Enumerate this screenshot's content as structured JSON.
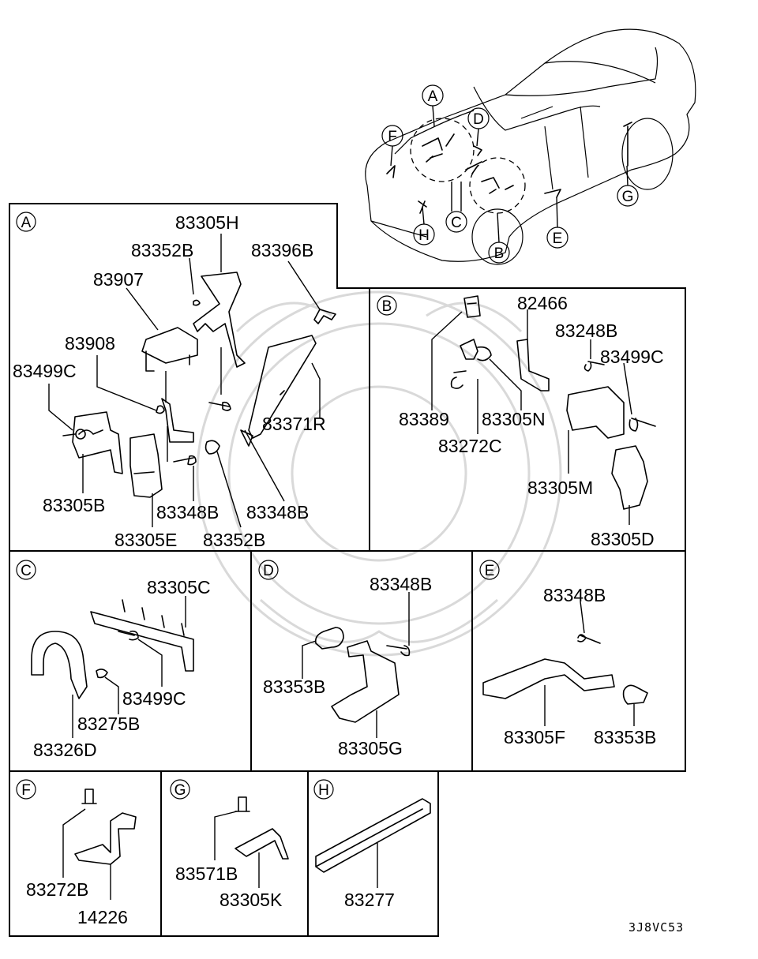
{
  "diagram_code": "3J8VC53",
  "overview": {
    "callouts": [
      "A",
      "B",
      "C",
      "D",
      "E",
      "F",
      "G",
      "H"
    ]
  },
  "sections": {
    "A": {
      "badge": "A",
      "parts": [
        "83305H",
        "83352B",
        "83396B",
        "83907",
        "83908",
        "83499C",
        "83371R",
        "83305B",
        "83348B",
        "83348B",
        "83305E",
        "83352B"
      ]
    },
    "B": {
      "badge": "B",
      "parts": [
        "82466",
        "83248B",
        "83499C",
        "83389",
        "83305N",
        "83272C",
        "83305M",
        "83305D"
      ]
    },
    "C": {
      "badge": "C",
      "parts": [
        "83305C",
        "83499C",
        "83275B",
        "83326D"
      ]
    },
    "D": {
      "badge": "D",
      "parts": [
        "83348B",
        "83353B",
        "83305G"
      ]
    },
    "E": {
      "badge": "E",
      "parts": [
        "83348B",
        "83305F",
        "83353B"
      ]
    },
    "F": {
      "badge": "F",
      "parts": [
        "83272B",
        "14226"
      ]
    },
    "G": {
      "badge": "G",
      "parts": [
        "83571B",
        "83305K"
      ]
    },
    "H": {
      "badge": "H",
      "parts": [
        "83277"
      ]
    }
  }
}
